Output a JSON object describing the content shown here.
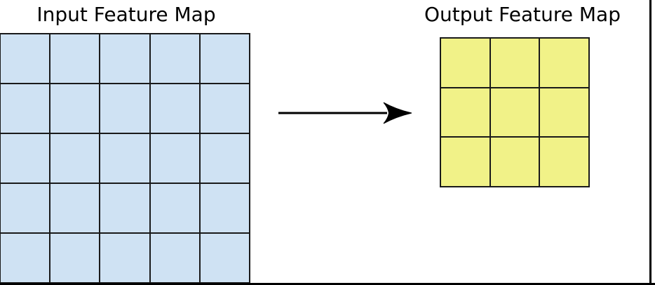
{
  "titles": {
    "input": "Input Feature Map",
    "output": "Output Feature Map"
  },
  "input_grid": {
    "label": "Input Feature Map",
    "rows": 5,
    "cols": 5,
    "fill_color": "#cfe2f3",
    "line_color": "#1a1a1a"
  },
  "output_grid": {
    "label": "Output Feature Map",
    "rows": 3,
    "cols": 3,
    "fill_color": "#f1f288",
    "line_color": "#1a1a1a"
  },
  "arrow": {
    "direction": "right",
    "color": "#000000"
  },
  "frame": {
    "color": "#000000"
  }
}
